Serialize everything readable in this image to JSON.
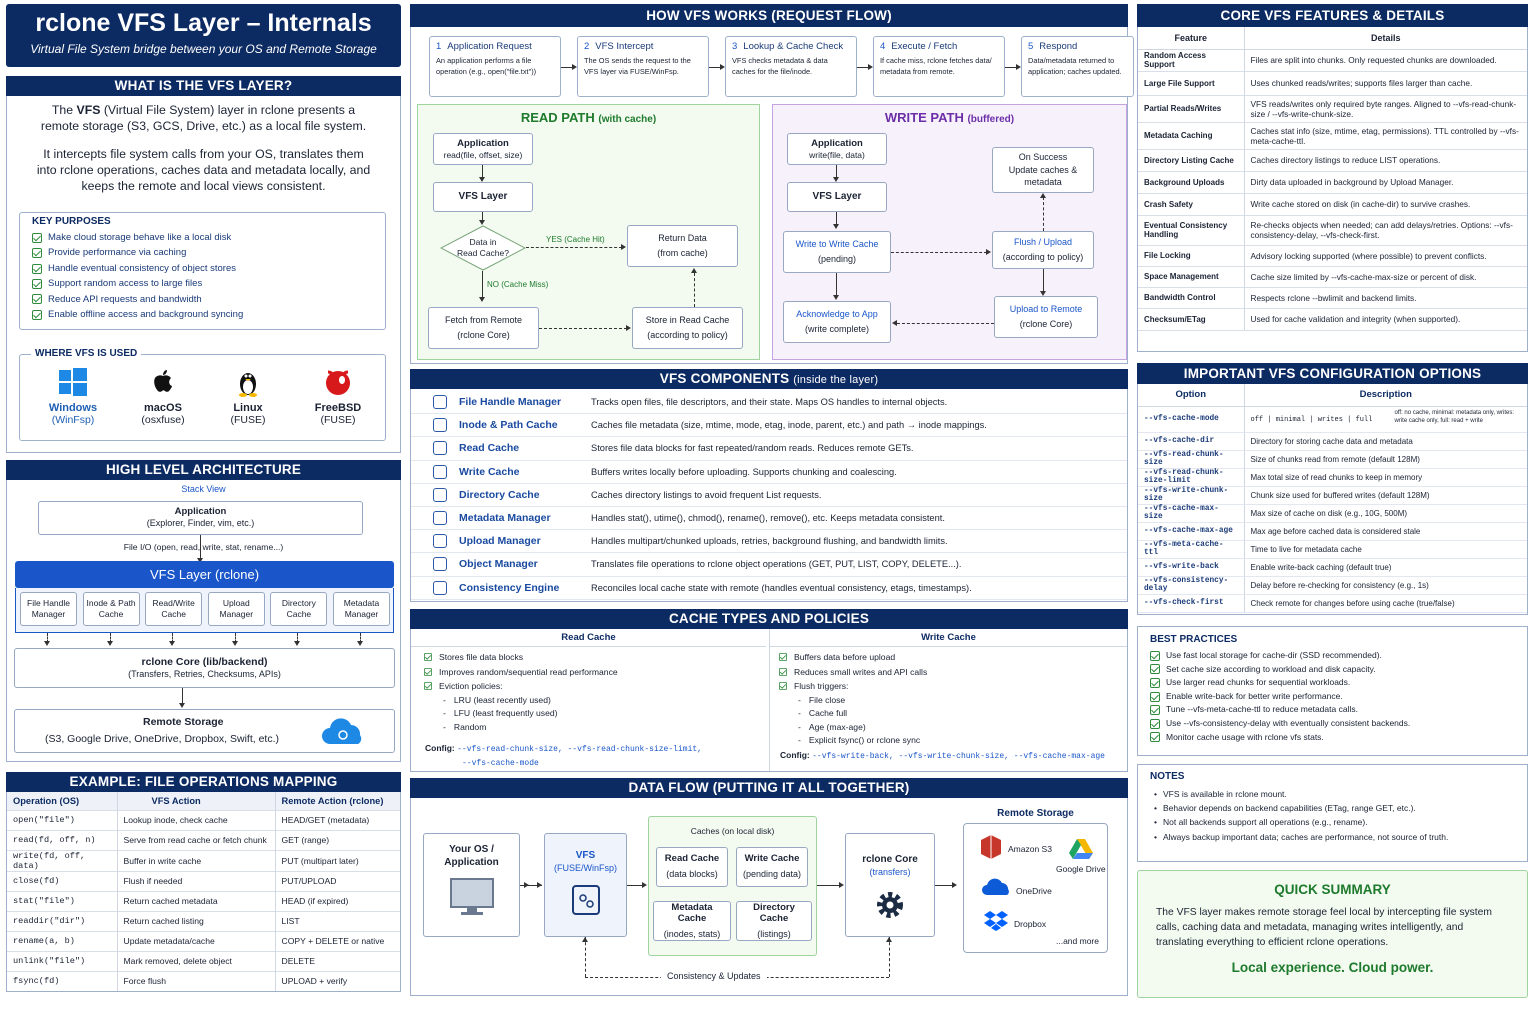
{
  "title": "rclone VFS Layer – Internals",
  "subtitle": "Virtual File System bridge between your OS and Remote Storage",
  "what": {
    "header": "WHAT IS THE VFS LAYER?",
    "p1_a": "The ",
    "p1_b": "VFS",
    "p1_c": " (Virtual File System) layer in rclone presents a remote storage (S3, GCS, Drive, etc.) as a local file system.",
    "p2": "It intercepts file system calls from your OS, translates them into rclone operations, caches data and metadata locally, and keeps the remote and local views consistent.",
    "purposes_title": "KEY PURPOSES",
    "purposes": [
      "Make cloud storage behave like a local disk",
      "Provide performance via caching",
      "Handle eventual consistency of object stores",
      "Support random access to large files",
      "Reduce API requests and bandwidth",
      "Enable offline access and background syncing"
    ],
    "used_title": "WHERE VFS IS USED",
    "os": [
      {
        "name": "Windows",
        "sub": "(WinFsp)"
      },
      {
        "name": "macOS",
        "sub": "(osxfuse)"
      },
      {
        "name": "Linux",
        "sub": "(FUSE)"
      },
      {
        "name": "FreeBSD",
        "sub": "(FUSE)"
      }
    ]
  },
  "arch": {
    "header": "HIGH LEVEL ARCHITECTURE",
    "stack": "Stack View",
    "app": "Application",
    "app_sub": "(Explorer, Finder, vim, etc.)",
    "fileio": "File I/O (open, read, write, stat, rename...)",
    "vfs": "VFS Layer (rclone)",
    "mods": [
      [
        "File Handle",
        "Manager"
      ],
      [
        "Inode & Path",
        "Cache"
      ],
      [
        "Read/Write",
        "Cache"
      ],
      [
        "Upload",
        "Manager"
      ],
      [
        "Directory",
        "Cache"
      ],
      [
        "Metadata",
        "Manager"
      ]
    ],
    "core": "rclone Core (lib/backend)",
    "core_sub": "(Transfers, Retries, Checksums, APIs)",
    "remote": "Remote Storage",
    "remote_sub": "(S3, Google Drive, OneDrive, Dropbox, Swift, etc.)"
  },
  "mapping": {
    "header": "EXAMPLE: FILE OPERATIONS MAPPING",
    "cols": [
      "Operation (OS)",
      "VFS Action",
      "Remote Action (rclone)"
    ],
    "rows": [
      [
        "open(\"file\")",
        "Lookup inode, check cache",
        "HEAD/GET (metadata)"
      ],
      [
        "read(fd, off, n)",
        "Serve from read cache or fetch chunk",
        "GET (range)"
      ],
      [
        "write(fd, off, data)",
        "Buffer in write cache",
        "PUT (multipart later)"
      ],
      [
        "close(fd)",
        "Flush if needed",
        "PUT/UPLOAD"
      ],
      [
        "stat(\"file\")",
        "Return cached metadata",
        "HEAD (if expired)"
      ],
      [
        "readdir(\"dir\")",
        "Return cached listing",
        "LIST"
      ],
      [
        "rename(a, b)",
        "Update metadata/cache",
        "COPY + DELETE or native"
      ],
      [
        "unlink(\"file\")",
        "Mark removed, delete object",
        "DELETE"
      ],
      [
        "fsync(fd)",
        "Force flush",
        "UPLOAD + verify"
      ]
    ]
  },
  "flow": {
    "header": "HOW VFS WORKS (REQUEST FLOW)",
    "steps": [
      {
        "n": "1",
        "t": "Application Request",
        "d": "An application performs a file operation (e.g., open(\"file.txt\"))"
      },
      {
        "n": "2",
        "t": "VFS Intercept",
        "d": "The OS sends the request to the VFS layer via FUSE/WinFsp."
      },
      {
        "n": "3",
        "t": "Lookup & Cache Check",
        "d": "VFS checks metadata & data caches for the file/inode."
      },
      {
        "n": "4",
        "t": "Execute / Fetch",
        "d": "If cache miss, rclone fetches data/ metadata from remote."
      },
      {
        "n": "5",
        "t": "Respond",
        "d": "Data/metadata returned to application; caches updated."
      }
    ]
  },
  "read": {
    "title": "READ PATH",
    "title_sub": "(with cache)",
    "app": "Application",
    "app_sub": "read(file, offset, size)",
    "vfs": "VFS Layer",
    "dec": "Data in",
    "dec2": "Read Cache?",
    "yes": "YES (Cache Hit)",
    "no": "NO (Cache Miss)",
    "ret": "Return Data",
    "ret_sub": "(from cache)",
    "fetch": "Fetch from Remote",
    "fetch_sub": "(rclone Core)",
    "store": "Store in Read Cache",
    "store_sub": "(according to policy)"
  },
  "write": {
    "title": "WRITE PATH",
    "title_sub": "(buffered)",
    "app": "Application",
    "app_sub": "write(file, data)",
    "vfs": "VFS Layer",
    "wc": "Write to Write Cache",
    "wc_sub": "(pending)",
    "ack": "Acknowledge to App",
    "ack_sub": "(write complete)",
    "succ": "On Success",
    "succ_sub": "Update caches & metadata",
    "flush": "Flush / Upload",
    "flush_sub": "(according to policy)",
    "up": "Upload to Remote",
    "up_sub": "(rclone Core)"
  },
  "components": {
    "header": "VFS COMPONENTS",
    "header_sub": "(inside the layer)",
    "rows": [
      [
        "File Handle Manager",
        "Tracks open files, file descriptors, and their state. Maps OS handles to internal objects."
      ],
      [
        "Inode & Path Cache",
        "Caches file metadata (size, mtime, mode, etag, inode, parent, etc.) and path → inode mappings."
      ],
      [
        "Read Cache",
        "Stores file data blocks for fast repeated/random reads. Reduces remote GETs."
      ],
      [
        "Write Cache",
        "Buffers writes locally before uploading. Supports chunking and coalescing."
      ],
      [
        "Directory Cache",
        "Caches directory listings to avoid frequent List requests."
      ],
      [
        "Metadata Manager",
        "Handles stat(), utime(), chmod(), rename(), remove(), etc. Keeps metadata consistent."
      ],
      [
        "Upload Manager",
        "Handles multipart/chunked uploads, retries, background flushing, and bandwidth limits."
      ],
      [
        "Object Manager",
        "Translates file operations to rclone object operations (GET, PUT, LIST, COPY, DELETE...)."
      ],
      [
        "Consistency Engine",
        "Reconciles local cache state with remote (handles eventual consistency, etags, timestamps)."
      ]
    ]
  },
  "cache": {
    "header": "CACHE TYPES AND POLICIES",
    "read_title": "Read Cache",
    "read_items": [
      "Stores file data blocks",
      "Improves random/sequential read performance",
      "Eviction policies:"
    ],
    "read_sub": [
      "LRU (least recently used)",
      "LFU (least frequently used)",
      "Random"
    ],
    "read_cfg_label": "Config:",
    "read_cfg": "--vfs-read-chunk-size, --vfs-read-chunk-size-limit,",
    "read_cfg2": "--vfs-cache-mode",
    "write_title": "Write Cache",
    "write_items": [
      "Buffers data before upload",
      "Reduces small writes and API calls",
      "Flush triggers:"
    ],
    "write_sub": [
      "File close",
      "Cache full",
      "Age (max-age)",
      "Explicit fsync() or rclone sync"
    ],
    "write_cfg_label": "Config:",
    "write_cfg": "--vfs-write-back, --vfs-write-chunk-size, --vfs-cache-max-age"
  },
  "dataflow": {
    "header": "DATA FLOW (PUTTING IT ALL TOGETHER)",
    "os": "Your OS /",
    "os2": "Application",
    "vfs": "VFS",
    "vfs_sub": "(FUSE/WinFsp)",
    "caches": "Caches (on local disk)",
    "c1": "Read Cache",
    "c1s": "(data blocks)",
    "c2": "Write Cache",
    "c2s": "(pending data)",
    "c3": "Metadata Cache",
    "c3s": "(inodes, stats)",
    "c4": "Directory Cache",
    "c4s": "(listings)",
    "core": "rclone Core",
    "core_sub": "(transfers)",
    "remote": "Remote Storage",
    "providers": [
      "Amazon S3",
      "Google Drive",
      "OneDrive",
      "Dropbox"
    ],
    "more": "...and more",
    "consistency": "Consistency & Updates"
  },
  "features": {
    "header": "CORE VFS FEATURES & DETAILS",
    "cols": [
      "Feature",
      "Details"
    ],
    "rows": [
      [
        "Random Access Support",
        "Files are split into chunks. Only requested chunks are downloaded."
      ],
      [
        "Large File Support",
        "Uses chunked reads/writes; supports files larger than cache."
      ],
      [
        "Partial Reads/Writes",
        "VFS reads/writes only required byte ranges. Aligned to --vfs-read-chunk-size / --vfs-write-chunk-size."
      ],
      [
        "Metadata Caching",
        "Caches stat info (size, mtime, etag, permissions). TTL controlled by --vfs-meta-cache-ttl."
      ],
      [
        "Directory Listing Cache",
        "Caches directory listings to reduce LIST operations."
      ],
      [
        "Background Uploads",
        "Dirty data uploaded in background by Upload Manager."
      ],
      [
        "Crash Safety",
        "Write cache stored on disk (in cache-dir) to survive crashes."
      ],
      [
        "Eventual Consistency Handling",
        "Re-checks objects when needed; can add delays/retries. Options: --vfs-consistency-delay, --vfs-check-first."
      ],
      [
        "File Locking",
        "Advisory locking supported (where possible) to prevent conflicts."
      ],
      [
        "Space Management",
        "Cache size limited by --vfs-cache-max-size or percent of disk."
      ],
      [
        "Bandwidth Control",
        "Respects rclone --bwlimit and backend limits."
      ],
      [
        "Checksum/ETag",
        "Used for cache validation and integrity (when supported)."
      ]
    ]
  },
  "config": {
    "header": "IMPORTANT VFS CONFIGURATION OPTIONS",
    "cols": [
      "Option",
      "Description"
    ],
    "first_desc": "off | minimal | writes | full",
    "first_note": "off: no cache, minimal: metadata only, writes: write cache only, full: read + write",
    "rows": [
      [
        "--vfs-cache-mode",
        ""
      ],
      [
        "--vfs-cache-dir",
        "Directory for storing cache data and metadata"
      ],
      [
        "--vfs-read-chunk-size",
        "Size of chunks read from remote (default 128M)"
      ],
      [
        "--vfs-read-chunk-size-limit",
        "Max total size of read chunks to keep in memory"
      ],
      [
        "--vfs-write-chunk-size",
        "Chunk size used for buffered writes (default 128M)"
      ],
      [
        "--vfs-cache-max-size",
        "Max size of cache on disk (e.g., 10G, 500M)"
      ],
      [
        "--vfs-cache-max-age",
        "Max age before cached data is considered stale"
      ],
      [
        "--vfs-meta-cache-ttl",
        "Time to live for metadata cache"
      ],
      [
        "--vfs-write-back",
        "Enable write-back caching (default true)"
      ],
      [
        "--vfs-consistency-delay",
        "Delay before re-checking for consistency (e.g., 1s)"
      ],
      [
        "--vfs-check-first",
        "Check remote for changes before using cache (true/false)"
      ]
    ]
  },
  "best": {
    "title": "BEST PRACTICES",
    "items": [
      "Use fast local storage for cache-dir (SSD recommended).",
      "Set cache size according to workload and disk capacity.",
      "Use larger read chunks for sequential workloads.",
      "Enable write-back for better write performance.",
      "Tune --vfs-meta-cache-ttl to reduce metadata calls.",
      "Use --vfs-consistency-delay with eventually consistent backends.",
      "Monitor cache usage with rclone vfs stats."
    ]
  },
  "notes": {
    "title": "NOTES",
    "items": [
      "VFS is available in rclone mount.",
      "Behavior depends on backend capabilities (ETag, range GET, etc.).",
      "Not all backends support all operations (e.g., rename).",
      "Always backup important data; caches are performance, not source of truth."
    ]
  },
  "summary": {
    "title": "QUICK SUMMARY",
    "text": "The VFS layer makes remote storage feel local by intercepting file system calls, caching data and metadata, managing writes intelligently, and translating everything to efficient rclone operations.",
    "tag": "Local experience. Cloud power."
  },
  "colors": {
    "navy": "#0d2b63",
    "accent_blue": "#1a56c9",
    "green": "#2e8b3b",
    "purple": "#6b2fa8"
  }
}
